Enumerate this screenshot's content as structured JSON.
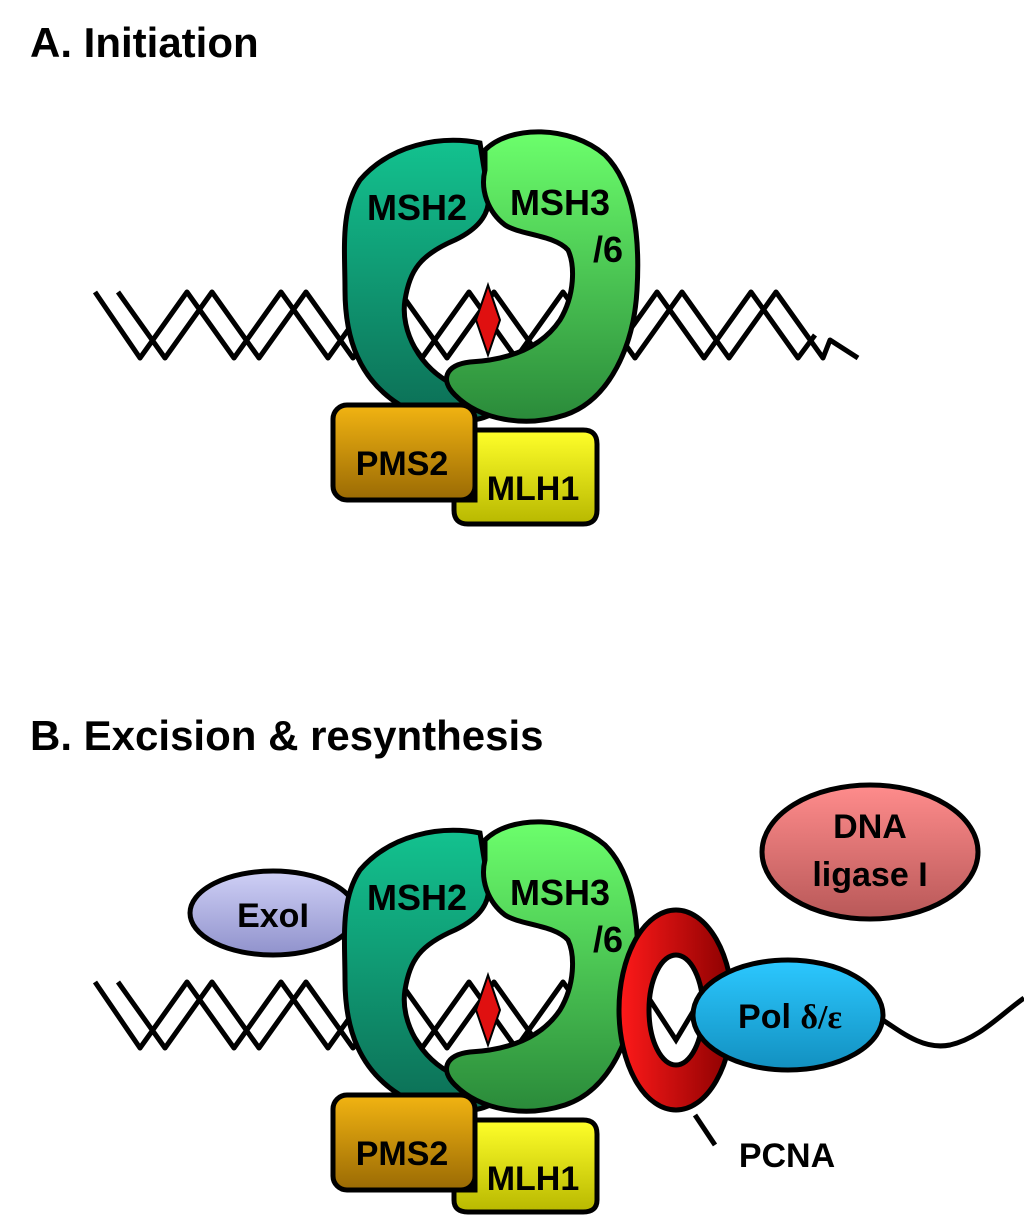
{
  "panels": [
    {
      "title": "A. Initiation",
      "labels": {
        "msh2": "MSH2",
        "msh3_line1": "MSH3",
        "msh3_line2": "/6",
        "pms2": "PMS2",
        "mlh1": "MLH1"
      }
    },
    {
      "title": "B. Excision & resynthesis",
      "labels": {
        "exo1": "ExoI",
        "msh2": "MSH2",
        "msh3_line1": "MSH3",
        "msh3_line2": "/6",
        "pms2": "PMS2",
        "mlh1": "MLH1",
        "dna_ligase_line1": "DNA",
        "dna_ligase_line2": "ligase I",
        "pol_prefix": "Pol ",
        "pol_greek": "δ/ε",
        "pcna": "PCNA"
      }
    }
  ],
  "colors": {
    "msh2": "#13a07c",
    "msh3": "#5ee865",
    "pms2": "#cc9a0a",
    "mlh1": "#e8ea1a",
    "mismatch": "#e01010",
    "exo1": "#b6b8e6",
    "dna_ligase": "#f07a7a",
    "pol": "#20b4e6",
    "pcna": "#d8080a"
  },
  "icons": [
    "dna-double-helix",
    "mismatch-diamond",
    "pcna-ring"
  ]
}
